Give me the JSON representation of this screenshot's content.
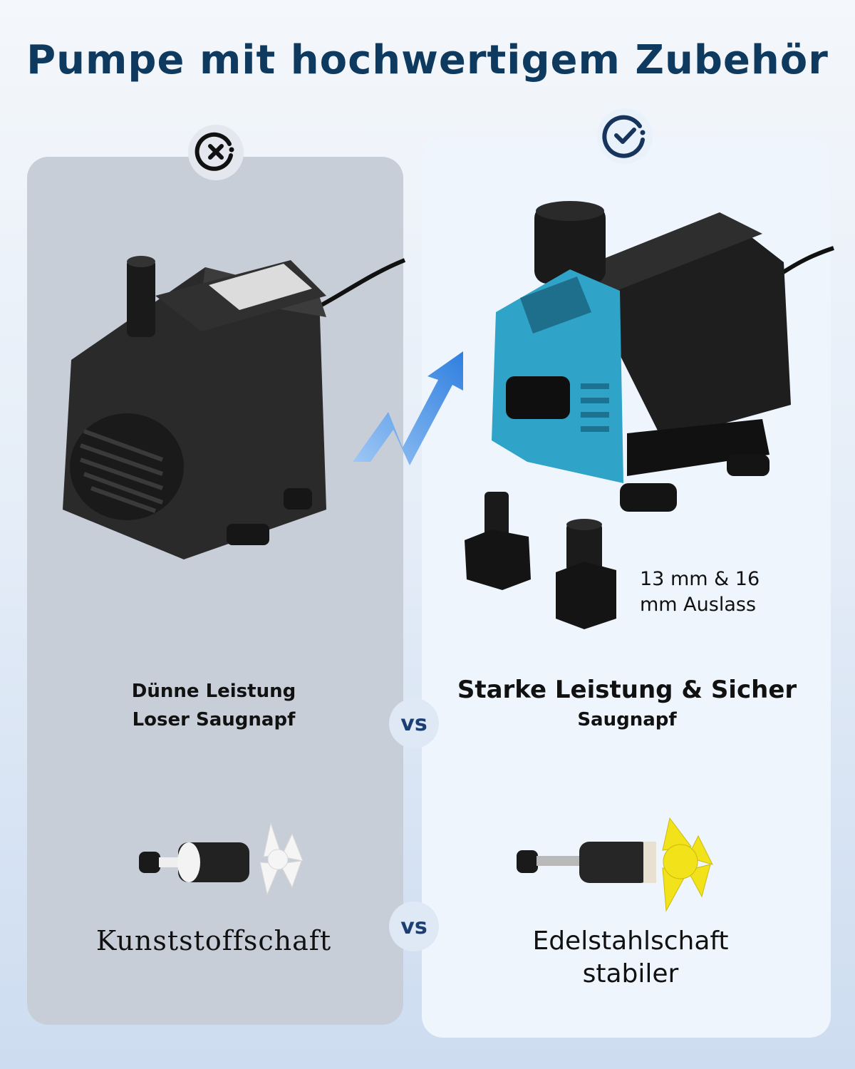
{
  "title": "Pumpe mit hochwertigem Zubehör",
  "left": {
    "badge_icon": "x-circle-icon",
    "caption_top": [
      "Dünne Leistung",
      "Loser Saugnapf"
    ],
    "caption_bottom": "Kunststoffschaft",
    "panel_color": "#c8ced8"
  },
  "right": {
    "badge_icon": "check-circle-icon",
    "caption_top_line1": "Starke Leistung & Sicher",
    "caption_top_line2": "Saugnapf",
    "outlet_label": [
      "13 mm & 16",
      "mm Auslass"
    ],
    "caption_bottom": [
      "Edelstahlschaft",
      "stabiler"
    ],
    "panel_color": "#eef5fd",
    "accent": "#2fa3c8"
  },
  "vs_label": "vs",
  "colors": {
    "title": "#0f3a5f",
    "vs": "#1c3f73",
    "impeller_yellow": "#f2e21a"
  }
}
